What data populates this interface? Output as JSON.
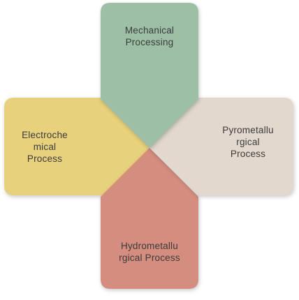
{
  "colors": {
    "top": "#9dbfa5",
    "right": "#e2d8ce",
    "bottom": "#d48d7e",
    "left": "#e8d17c",
    "text": "#3b3b3b"
  },
  "segments": {
    "top": {
      "lines": [
        "Mechanical",
        "Processing"
      ]
    },
    "right": {
      "lines": [
        "Pyrometallu",
        "rgical",
        "Process"
      ]
    },
    "bottom": {
      "lines": [
        "Hydrometallu",
        "rgical Process"
      ]
    },
    "left": {
      "lines": [
        "Electroche",
        "mical",
        "Process"
      ]
    }
  }
}
